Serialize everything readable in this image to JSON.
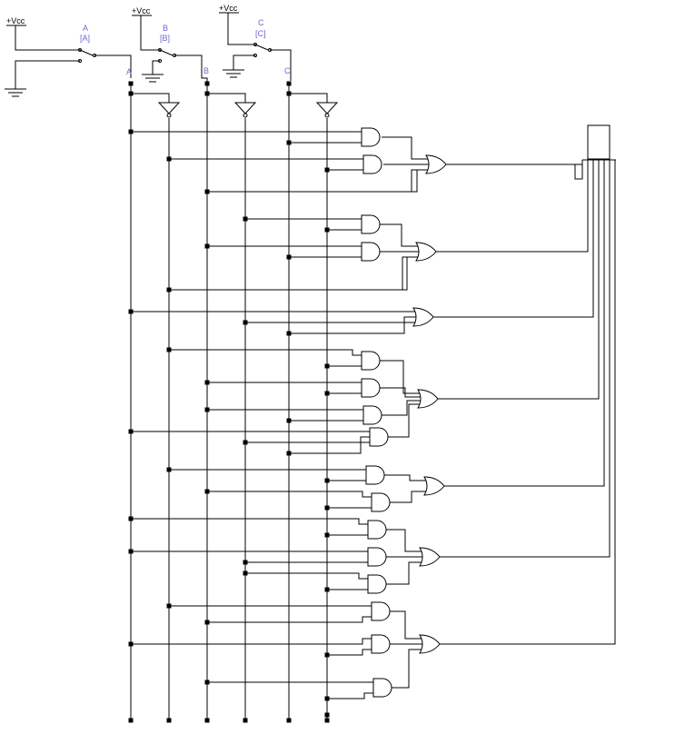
{
  "supply_label": "+Vcc",
  "inputs": [
    {
      "name": "A",
      "key": "[A]"
    },
    {
      "name": "B",
      "key": "[B]"
    },
    {
      "name": "C",
      "key": "[C]"
    }
  ],
  "bus_labels": [
    "A",
    "B",
    "C"
  ],
  "colors": {
    "wire": "#000000",
    "label_blue": "#6a6ad0",
    "background": "#ffffff"
  }
}
